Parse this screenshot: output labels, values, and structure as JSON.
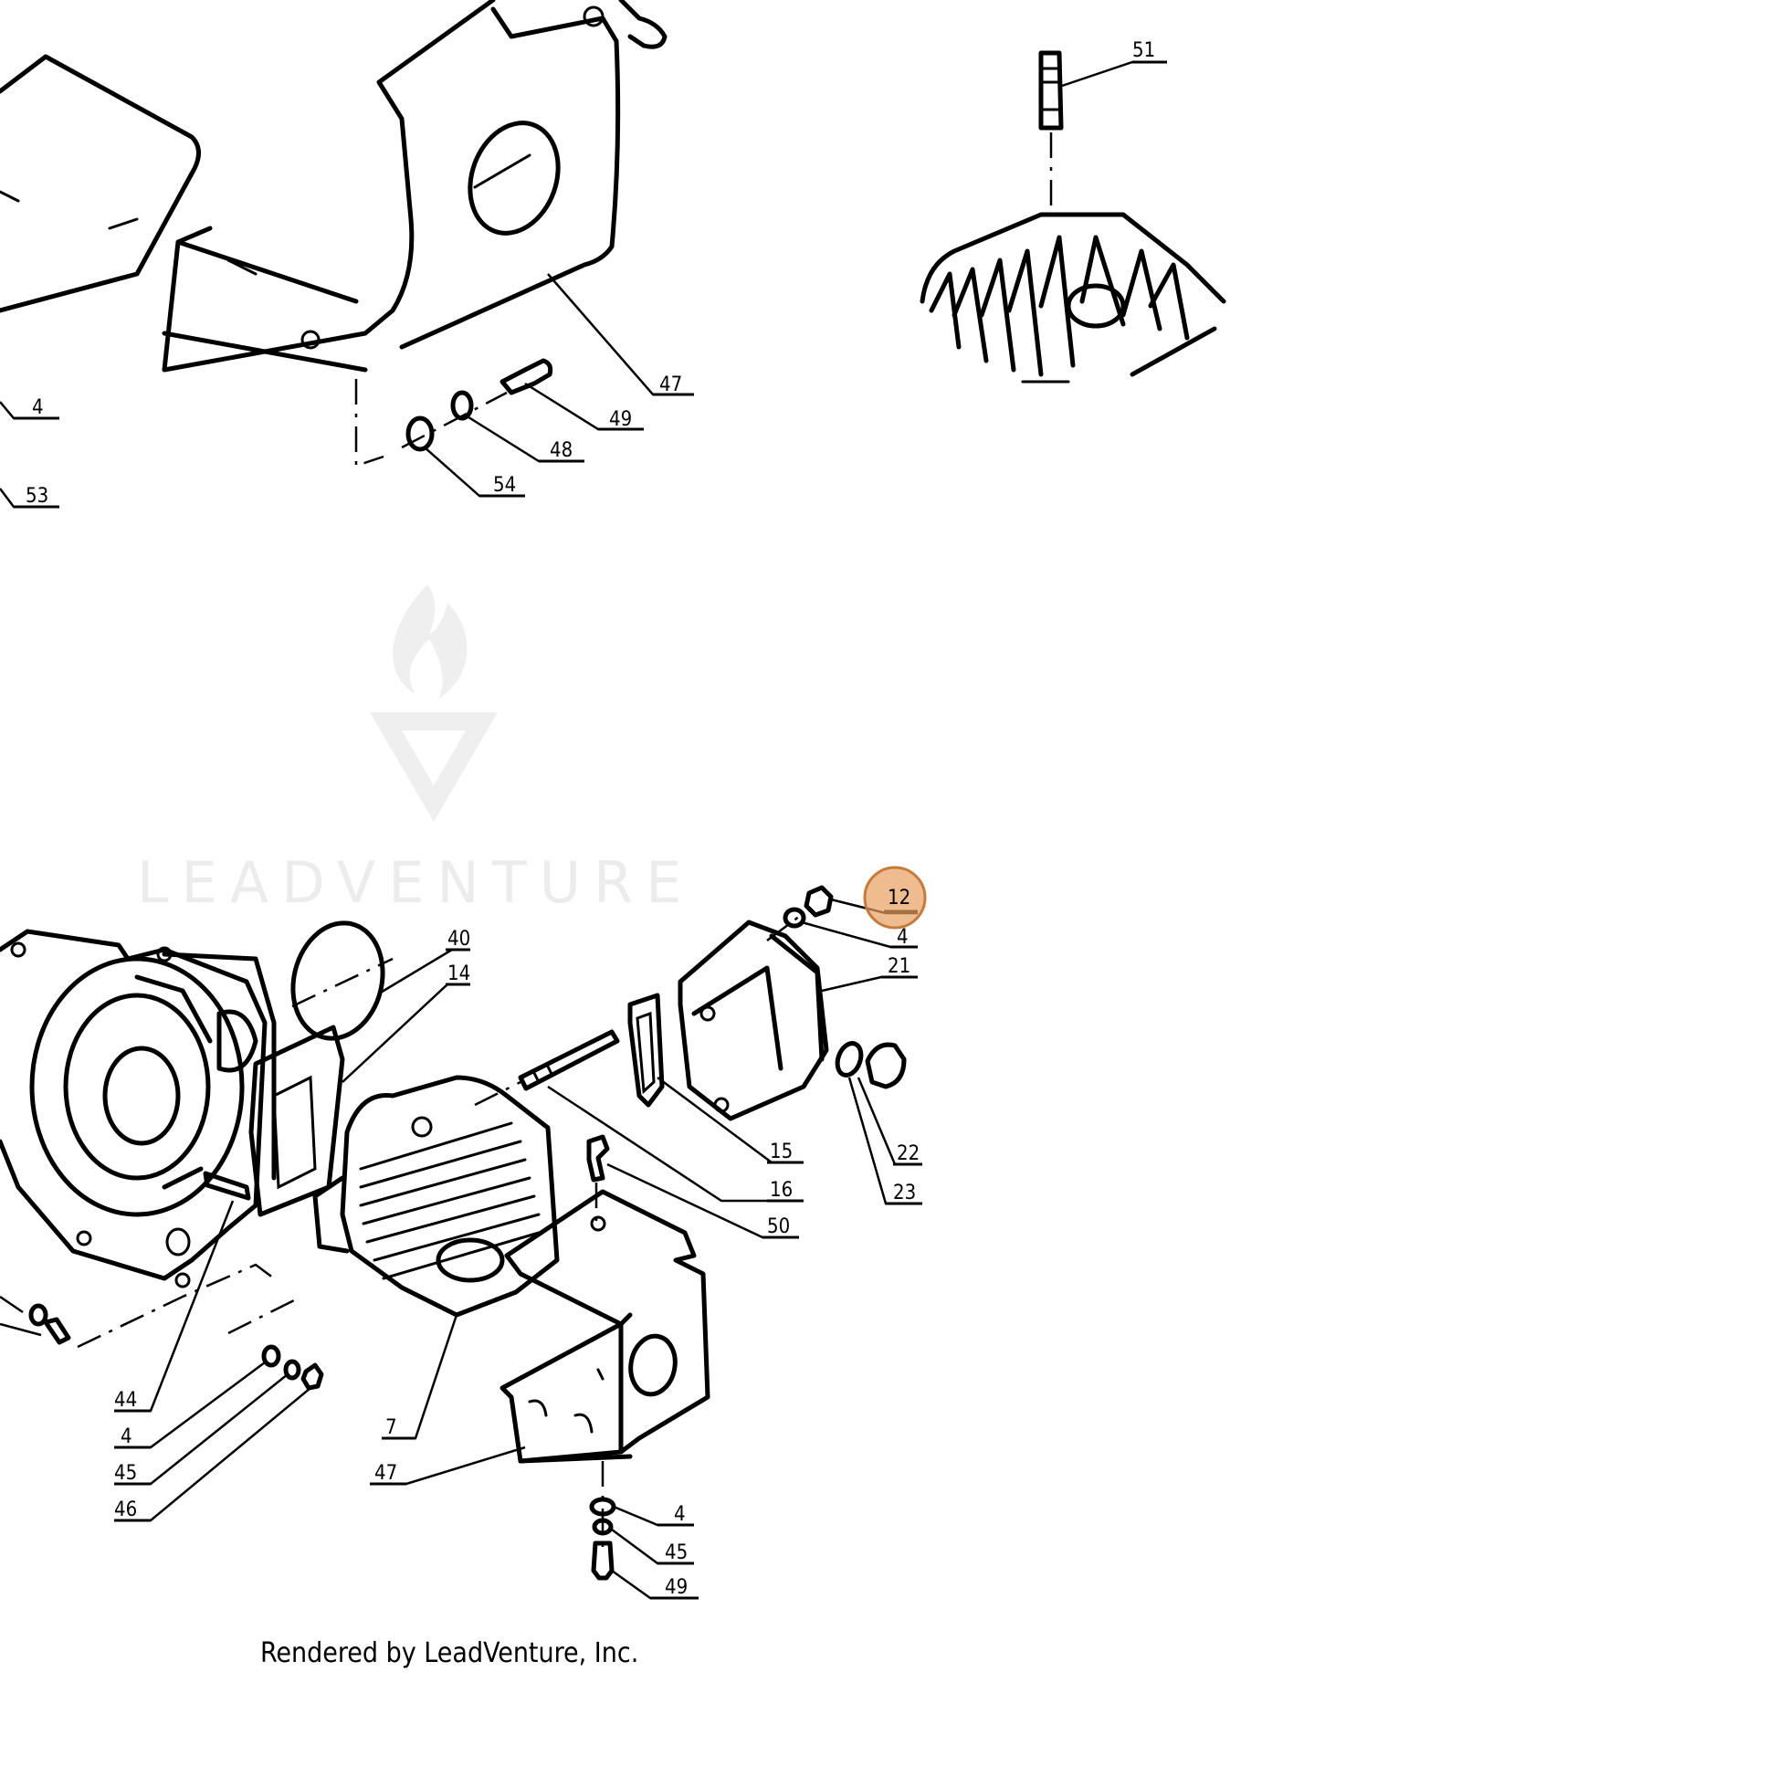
{
  "watermark": {
    "text": "LEADVENTURE"
  },
  "credit": "Rendered by LeadVenture, Inc.",
  "highlight_color": "#e8a060",
  "highlighted_callout": "12",
  "callouts": {
    "c51": "51",
    "c4a": "4",
    "c53": "53",
    "c47a": "47",
    "c49a": "49",
    "c48": "48",
    "c54": "54",
    "c12": "12",
    "c4b": "4",
    "c40": "40",
    "c14": "14",
    "c21": "21",
    "c15": "15",
    "c16": "16",
    "c22": "22",
    "c23": "23",
    "c50": "50",
    "c44": "44",
    "c4c": "4",
    "c45a": "45",
    "c46": "46",
    "c7": "7",
    "c47b": "47",
    "c4d": "4",
    "c45b": "45",
    "c49b": "49"
  }
}
